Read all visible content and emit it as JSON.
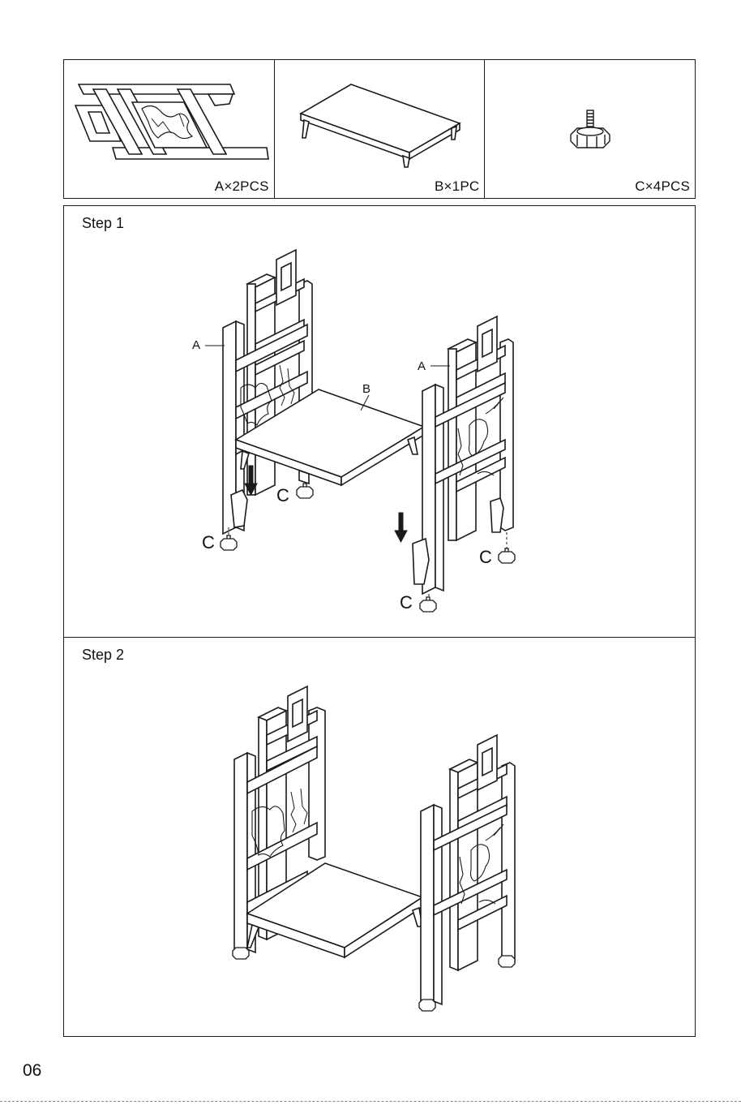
{
  "parts": [
    {
      "label": "A×2PCS",
      "icon": "side-panel-icon"
    },
    {
      "label": "B×1PC",
      "icon": "shelf-board-icon"
    },
    {
      "label": "C×4PCS",
      "icon": "leveling-foot-icon"
    }
  ],
  "step1": {
    "title": "Step 1",
    "callouts": {
      "a_left": "A",
      "a_right": "A",
      "b": "B",
      "c1": "C",
      "c2": "C",
      "c3": "C",
      "c4": "C"
    }
  },
  "step2": {
    "title": "Step 2"
  },
  "page_number": "06"
}
